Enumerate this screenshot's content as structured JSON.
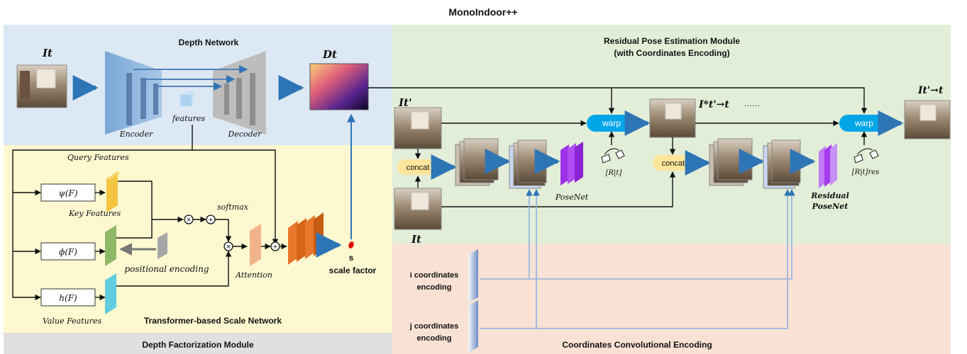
{
  "title": "MonoIndoor++",
  "regions": {
    "depth_network": "Depth Network",
    "residual_pose": "Residual Pose Estimation Module",
    "residual_pose_sub": "(with Coordinates Encoding)",
    "depth_factorization": "Depth Factorization Module",
    "coords_conv": "Coordinates Convolutional Encoding",
    "transformer_scale": "Transformer-based Scale Network"
  },
  "labels": {
    "encoder": "Encoder",
    "decoder": "Decoder",
    "features": "features",
    "query_features": "Query Features",
    "key_features": "Key Features",
    "value_features": "Value Features",
    "psi": "ψ(F)",
    "phi": "ϕ(F)",
    "h": "h(F)",
    "softmax": "softmax",
    "positional_encoding": "positional encoding",
    "attention": "Attention",
    "s": "s",
    "scale_factor": "scale factor",
    "concat": "concat",
    "warp": "warp",
    "posenet": "PoseNet",
    "residual": "Residual",
    "residual_posenet": "PoseNet",
    "Rt": "[R|t]",
    "Rt_res": "[R|t]res",
    "i_coords_1": "i coordinates",
    "i_coords_2": "encoding",
    "j_coords_1": "j coordinates",
    "j_coords_2": "encoding",
    "dots": "……"
  },
  "symbols": {
    "I_t": "It",
    "D_t": "Dt",
    "I_tp": "It'",
    "I_t2": "It",
    "I_warp_star": "I*t'→t",
    "I_final": "It'→t"
  },
  "colors": {
    "depth_bg": "#dce8f3",
    "pose_bg": "#e3eed9",
    "factor_bg": "#fdf8d0",
    "coords_bg": "#f9e2d4",
    "arrow_blue": "#4f81bd",
    "warp_blue": "#00a6e8",
    "concat_yellow": "#fde59c",
    "psi_yellow": "#f4c542",
    "phi_green": "#8fb866",
    "h_cyan": "#60cde0",
    "attention_peach": "#f1b48a",
    "orange": "#e8782c",
    "purple": "#a63cf0"
  }
}
